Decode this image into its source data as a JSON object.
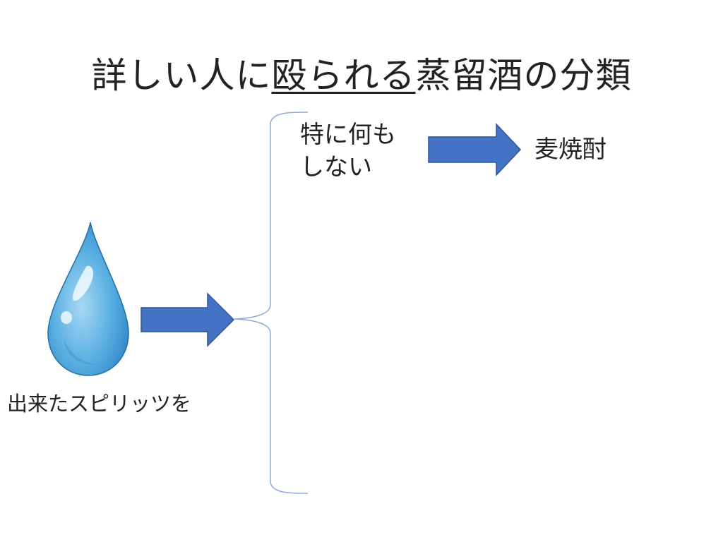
{
  "title": {
    "before": "詳しい人に",
    "underlined": "殴られる",
    "after": "蒸留酒の分類"
  },
  "source": {
    "icon": "water-drop-icon",
    "label": "出来たスピリッツを"
  },
  "branches": [
    {
      "condition_line1": "特に何も",
      "condition_line2": "しない",
      "result": "麦焼酎"
    }
  ],
  "colors": {
    "arrow_fill": "#4472c4",
    "arrow_stroke": "#2f5597",
    "bracket_stroke": "#8eaadb",
    "drop_light": "#a9d8f2",
    "drop_mid": "#5bb0e3",
    "drop_dark": "#2f86c7",
    "drop_outline": "#1f6fa8"
  }
}
